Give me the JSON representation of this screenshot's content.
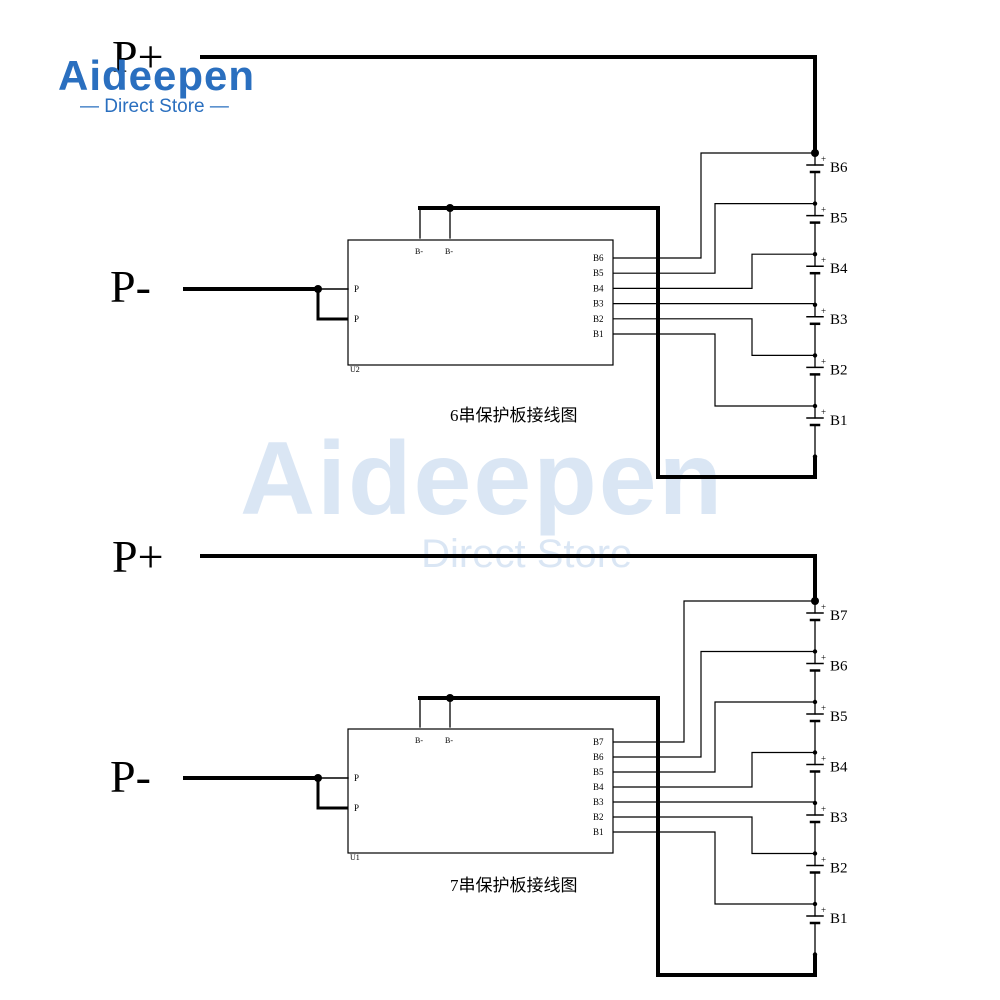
{
  "brand": {
    "name": "Aideepen",
    "subtitle": "Direct Store",
    "accent_color": "#2a6fbf"
  },
  "diagrams": [
    {
      "caption": "6串保护板接线图",
      "p_plus_label": "P+",
      "p_minus_label": "P-",
      "chip_label": "U2",
      "chip_left_pins": [
        "P",
        "P"
      ],
      "chip_top_pins": [
        "B-",
        "B-"
      ],
      "chip_right_pins": [
        "B6",
        "B5",
        "B4",
        "B3",
        "B2",
        "B1"
      ],
      "cells": [
        "B6",
        "B5",
        "B4",
        "B3",
        "B2",
        "B1"
      ]
    },
    {
      "caption": "7串保护板接线图",
      "p_plus_label": "P+",
      "p_minus_label": "P-",
      "chip_label": "U1",
      "chip_left_pins": [
        "P",
        "P"
      ],
      "chip_top_pins": [
        "B-",
        "B-"
      ],
      "chip_right_pins": [
        "B7",
        "B6",
        "B5",
        "B4",
        "B3",
        "B2",
        "B1"
      ],
      "cells": [
        "B7",
        "B6",
        "B5",
        "B4",
        "B3",
        "B2",
        "B1"
      ]
    }
  ]
}
